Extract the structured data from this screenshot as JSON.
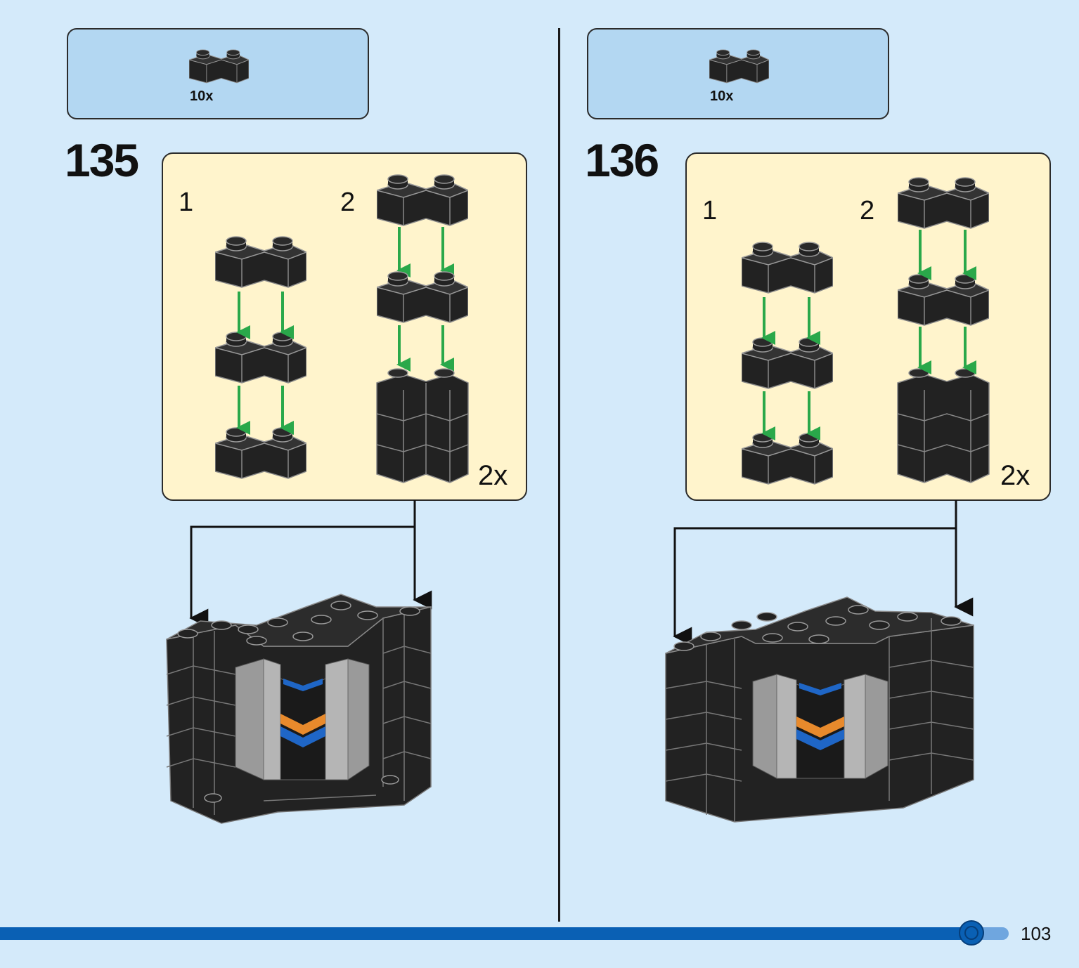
{
  "page": {
    "number": "103",
    "progress_fraction": 0.9
  },
  "steps": [
    {
      "number": "135",
      "parts": {
        "count": "10x",
        "piece": "black corner brick 2x2"
      },
      "sub1_label": "1",
      "sub2_label": "2",
      "multiplier": "2x"
    },
    {
      "number": "136",
      "parts": {
        "count": "10x",
        "piece": "black corner brick 2x2"
      },
      "sub1_label": "1",
      "sub2_label": "2",
      "multiplier": "2x"
    }
  ],
  "colors": {
    "background": "#d4eafa",
    "parts_box": "#b3d7f2",
    "subassembly_box": "#fff4cc",
    "brick": "#222222",
    "arrow_green": "#2aa84a",
    "progress_blue": "#0a60b4",
    "accent_orange": "#e88a2c",
    "accent_blue": "#1f66c6"
  },
  "icons": [
    "corner-brick-icon",
    "green-arrow-icon",
    "black-arrow-icon",
    "progress-knob-icon"
  ]
}
